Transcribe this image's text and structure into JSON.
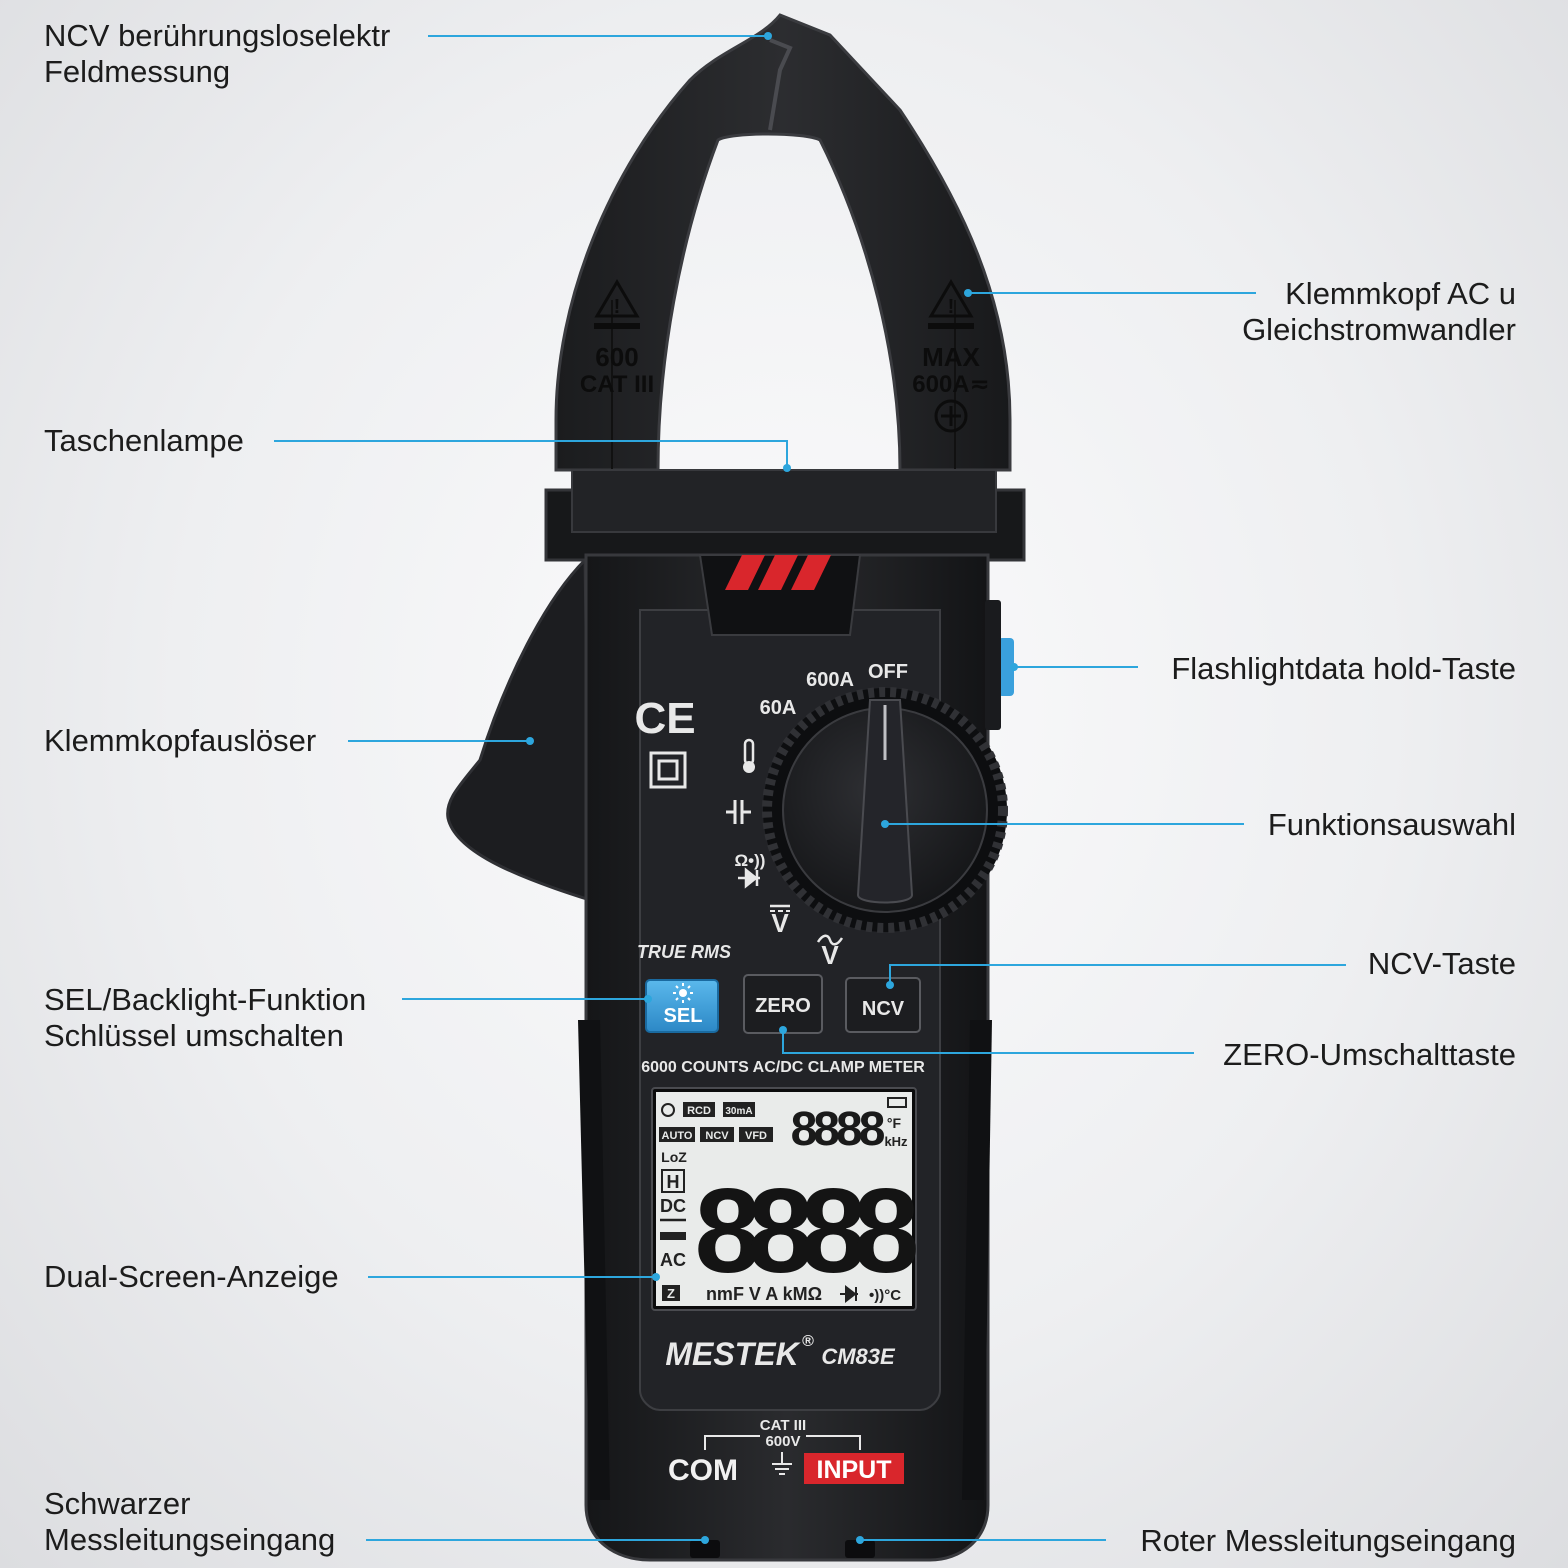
{
  "callouts": {
    "ncv_field": [
      "NCV berührungsloselektr",
      "Feldmessung"
    ],
    "clamp_head": [
      "Klemmkopf AC u",
      "Gleichstromwandler"
    ],
    "flashlight": [
      "Taschenlampe"
    ],
    "flashlight_hold": [
      "Flashlightdata hold-Taste"
    ],
    "clamp_trigger": [
      "Klemmkopfauslöser"
    ],
    "function_selector": [
      "Funktionsauswahl"
    ],
    "ncv_key": [
      "NCV-Taste"
    ],
    "sel_backlight": [
      "SEL/Backlight-Funktion",
      "Schlüssel umschalten"
    ],
    "zero_key": [
      "ZERO-Umschalttaste"
    ],
    "dual_screen": [
      "Dual-Screen-Anzeige"
    ],
    "black_input": [
      "Schwarzer",
      "Messleitungseingang"
    ],
    "red_input": [
      "Roter Messleitungseingang"
    ]
  },
  "device": {
    "jaw_left_rating_1": "600",
    "jaw_left_rating_2": "CAT III",
    "jaw_right_rating_1": "MAX",
    "jaw_right_rating_2": "600A≂",
    "ce_mark": "CE",
    "dial": {
      "off": "OFF",
      "a600": "600A",
      "a60": "60A",
      "temp_icon": "thermometer-icon",
      "cap_icon": "capacitor-icon",
      "ohm_label": "Ω•))",
      "diode_icon": "diode-icon",
      "dcv": "V",
      "acv": "V"
    },
    "true_rms": "TRUE RMS",
    "buttons": {
      "sel": "SEL",
      "zero": "ZERO",
      "ncv": "NCV"
    },
    "counts_text": "6000 COUNTS AC/DC CLAMP METER",
    "lcd": {
      "rcd": "RCD",
      "ma30": "30mA",
      "auto": "AUTO",
      "ncv": "NCV",
      "vfd": "VFD",
      "loz": "LoZ",
      "h": "H",
      "dc": "DC",
      "ac": "AC",
      "z": "Z",
      "small_digits": "8888",
      "big_digits": "8888",
      "deg_f": "°F",
      "khz": "kHz",
      "units_row": "nmF V A kMΩ",
      "units_row_2": "•))°C"
    },
    "brand": "MESTEK",
    "registered": "®",
    "model": "CM83E",
    "cat_rating_1": "CAT III",
    "cat_rating_2": "600V",
    "com": "COM",
    "input": "INPUT",
    "colors": {
      "body": "#1f2023",
      "accent_red": "#d9262c",
      "accent_blue": "#3aa0dc",
      "callout_line": "#2da6dd"
    }
  }
}
